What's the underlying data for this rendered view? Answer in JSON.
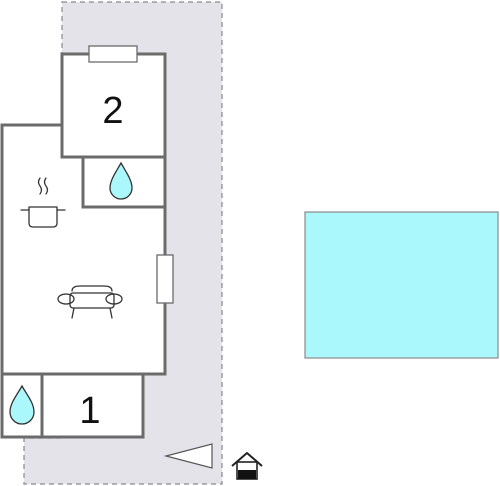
{
  "rooms": [
    {
      "id": "bedroom-2",
      "label": "2"
    },
    {
      "id": "bedroom-1",
      "label": "1"
    }
  ],
  "icons": {
    "bathroom": "water-drop-icon",
    "kitchen": "cooking-pot-icon",
    "living": "sofa-icon",
    "entrance": "house-entrance-icon",
    "direction": "triangle-arrow-icon"
  },
  "colors": {
    "terrace": "#e3e3e9",
    "terrace_border": "#8a8a8a",
    "wall": "#6b6b6b",
    "pool": "#aaf8fc",
    "pool_border": "#8a8a8a",
    "water_drop": "#aaf8fc"
  }
}
